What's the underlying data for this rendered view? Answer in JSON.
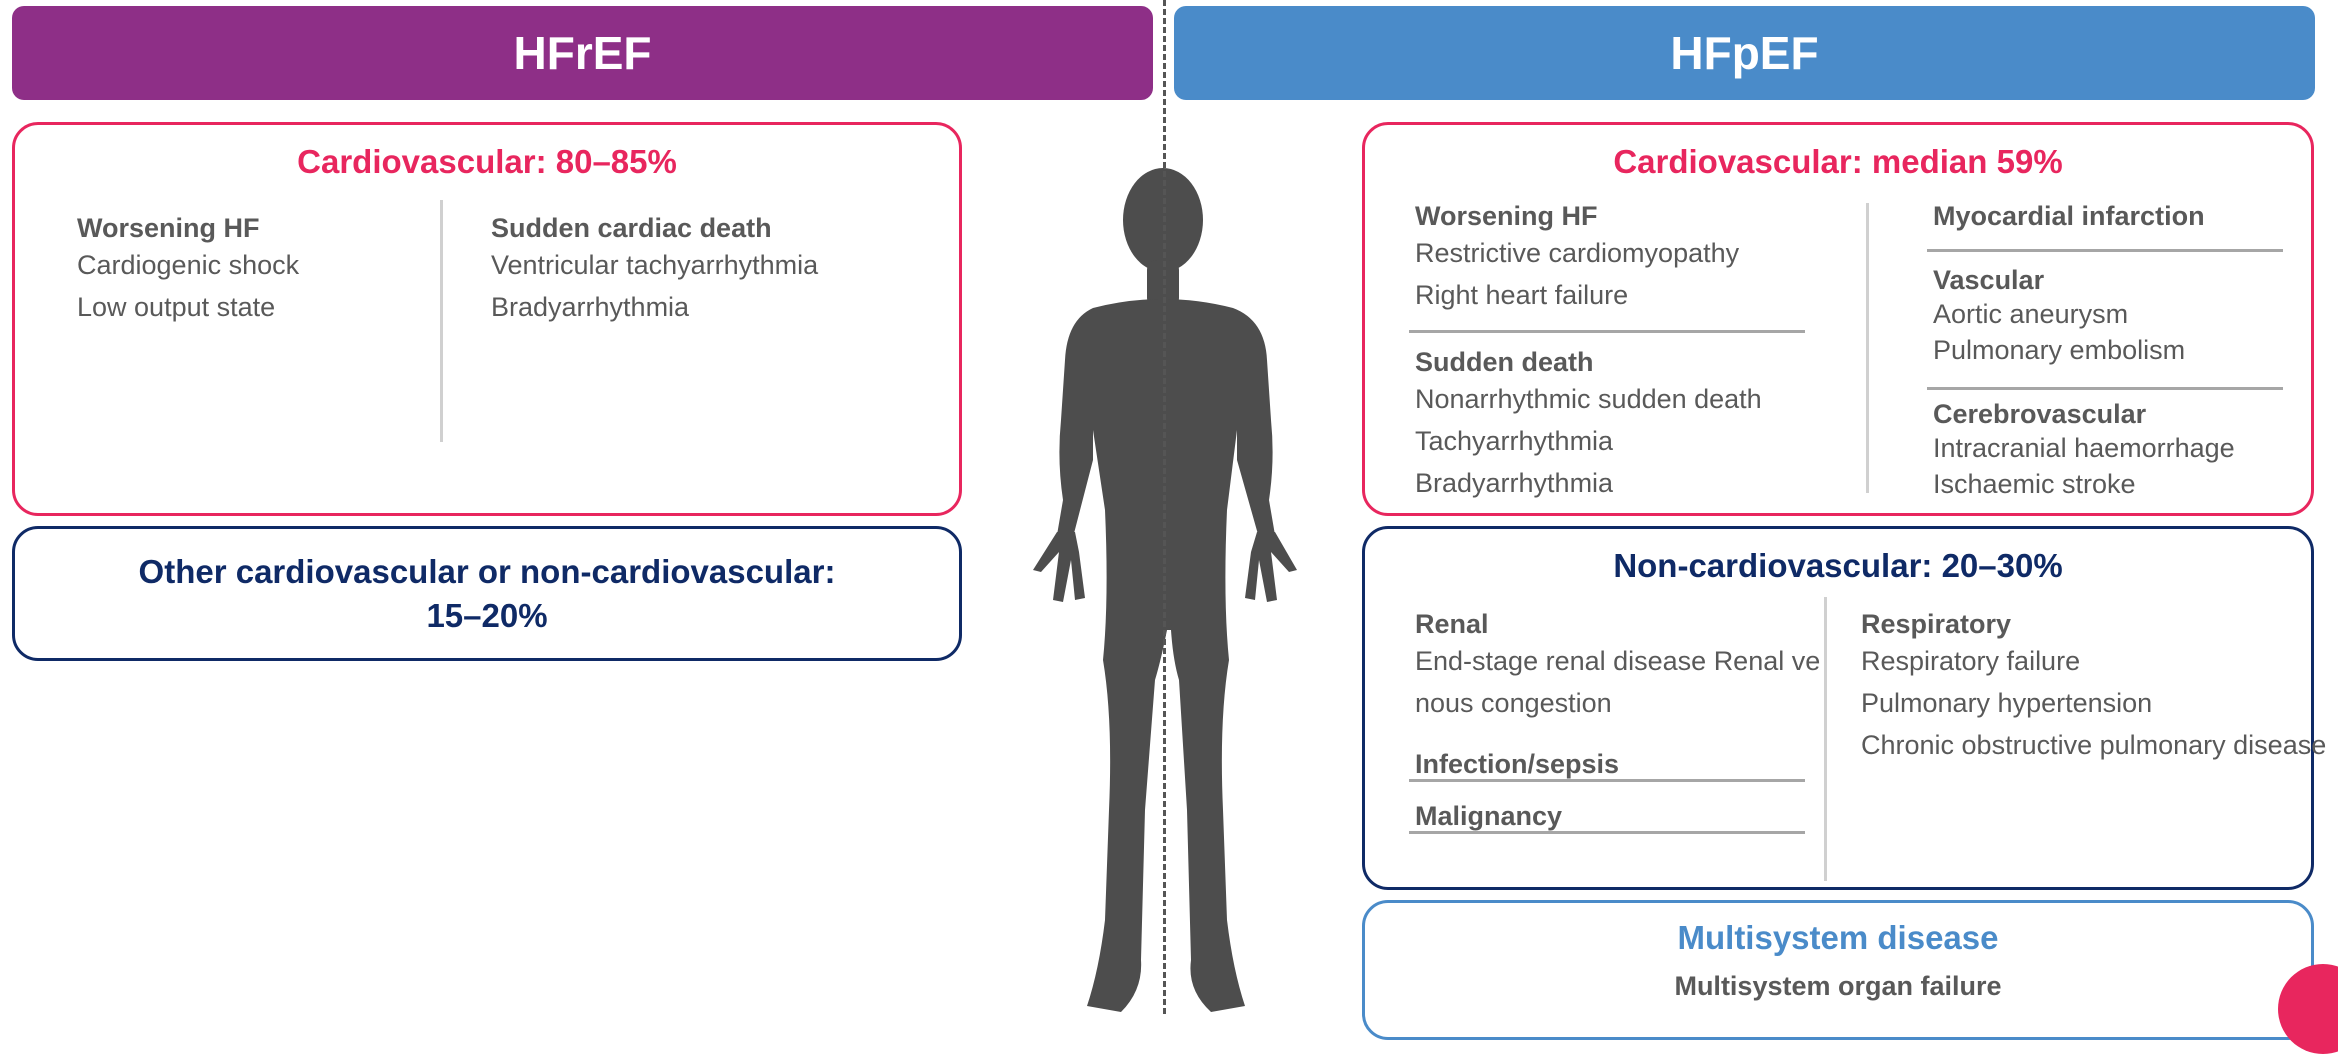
{
  "banners": {
    "left": "HFrEF",
    "right": "HFpEF"
  },
  "hfref": {
    "cv_title": "Cardiovascular: 80–85%",
    "col1": {
      "heading": "Worsening HF",
      "items": [
        "Cardiogenic shock",
        "Low output state"
      ]
    },
    "col2": {
      "heading": "Sudden cardiac death",
      "items": [
        "Ventricular tachyarrhythmia",
        "Bradyarrhythmia"
      ]
    },
    "other_title_line1": "Other cardiovascular or non-cardiovascular:",
    "other_title_line2": "15–20%"
  },
  "hfpef": {
    "cv_title": "Cardiovascular: median 59%",
    "worsening": {
      "heading": "Worsening HF",
      "items": [
        "Restrictive cardiomyopathy",
        "Right heart failure"
      ]
    },
    "sudden": {
      "heading": "Sudden death",
      "items": [
        "Nonarrhythmic sudden death",
        "Tachyarrhythmia",
        "Bradyarrhythmia"
      ]
    },
    "mi": {
      "heading": "Myocardial infarction"
    },
    "vascular": {
      "heading": "Vascular",
      "items": [
        "Aortic aneurysm",
        "Pulmonary embolism"
      ]
    },
    "cerebro": {
      "heading": "Cerebrovascular",
      "items": [
        "Intracranial haemorrhage",
        "Ischaemic stroke"
      ]
    },
    "noncv_title": "Non-cardiovascular: 20–30%",
    "renal": {
      "heading": "Renal",
      "items": [
        "End-stage renal disease Renal ve",
        "nous congestion"
      ]
    },
    "infection": {
      "heading": "Infection/sepsis"
    },
    "malignancy": {
      "heading": "Malignancy"
    },
    "respiratory": {
      "heading": "Respiratory",
      "items": [
        "Respiratory failure",
        "Pulmonary hypertension",
        "Chronic obstructive pulmonary disease"
      ]
    },
    "multi_title": "Multisystem disease",
    "multi_item": "Multisystem organ failure"
  },
  "colors": {
    "hfref": "#8e2f87",
    "hfpef": "#4a8bc9",
    "cardiovascular": "#e8265e",
    "noncardiovascular": "#0f2a66",
    "figure": "#4d4d4d"
  },
  "icons": {
    "figure": "human-silhouette-icon"
  }
}
